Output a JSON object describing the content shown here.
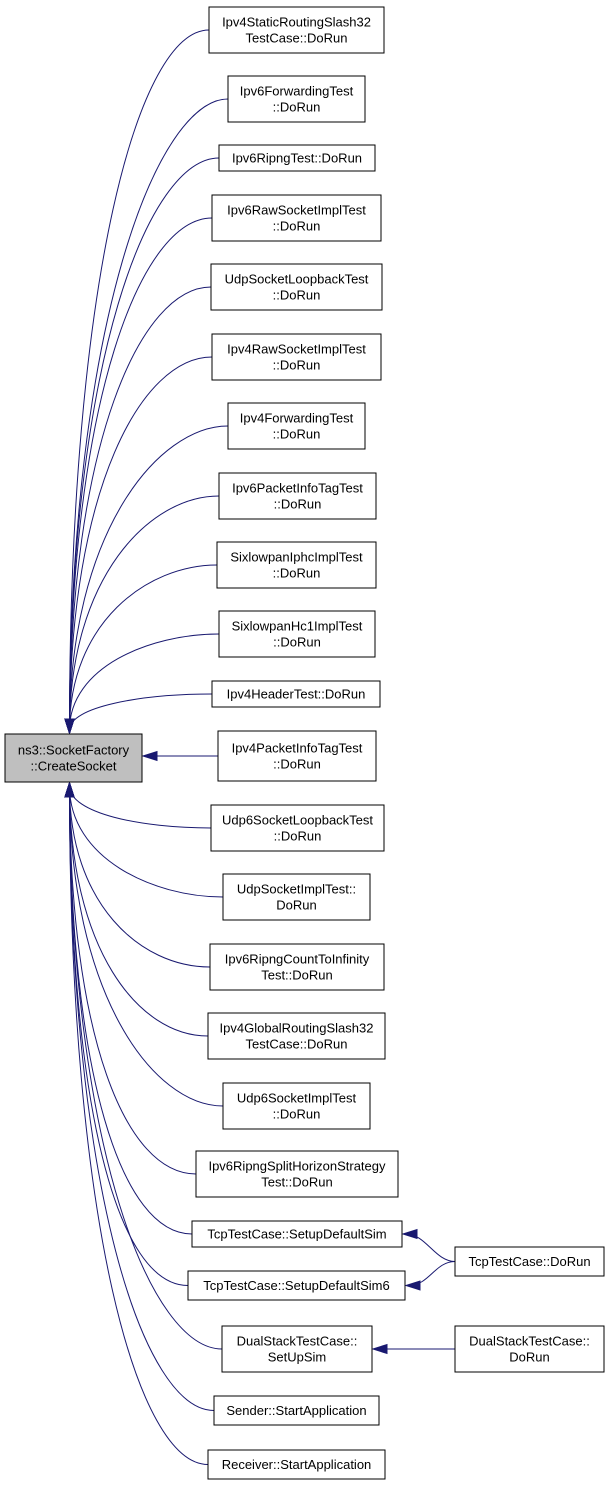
{
  "colors": {
    "edge": "#191970",
    "root_fill": "#bfbfbf",
    "node_fill": "#ffffff",
    "node_border": "#000000"
  },
  "root": {
    "id": "root",
    "lines": [
      "ns3::SocketFactory",
      "::CreateSocket"
    ]
  },
  "nodes": [
    {
      "id": "n1",
      "lines": [
        "Ipv4StaticRoutingSlash32",
        "TestCase::DoRun"
      ]
    },
    {
      "id": "n2",
      "lines": [
        "Ipv6ForwardingTest",
        "::DoRun"
      ]
    },
    {
      "id": "n3",
      "lines": [
        "Ipv6RipngTest::DoRun"
      ]
    },
    {
      "id": "n4",
      "lines": [
        "Ipv6RawSocketImplTest",
        "::DoRun"
      ]
    },
    {
      "id": "n5",
      "lines": [
        "UdpSocketLoopbackTest",
        "::DoRun"
      ]
    },
    {
      "id": "n6",
      "lines": [
        "Ipv4RawSocketImplTest",
        "::DoRun"
      ]
    },
    {
      "id": "n7",
      "lines": [
        "Ipv4ForwardingTest",
        "::DoRun"
      ]
    },
    {
      "id": "n8",
      "lines": [
        "Ipv6PacketInfoTagTest",
        "::DoRun"
      ]
    },
    {
      "id": "n9",
      "lines": [
        "SixlowpanIphcImplTest",
        "::DoRun"
      ]
    },
    {
      "id": "n10",
      "lines": [
        "SixlowpanHc1ImplTest",
        "::DoRun"
      ]
    },
    {
      "id": "n11",
      "lines": [
        "Ipv4HeaderTest::DoRun"
      ]
    },
    {
      "id": "n12",
      "lines": [
        "Ipv4PacketInfoTagTest",
        "::DoRun"
      ]
    },
    {
      "id": "n13",
      "lines": [
        "Udp6SocketLoopbackTest",
        "::DoRun"
      ]
    },
    {
      "id": "n14",
      "lines": [
        "UdpSocketImplTest::",
        "DoRun"
      ]
    },
    {
      "id": "n15",
      "lines": [
        "Ipv6RipngCountToInfinity",
        "Test::DoRun"
      ]
    },
    {
      "id": "n16",
      "lines": [
        "Ipv4GlobalRoutingSlash32",
        "TestCase::DoRun"
      ]
    },
    {
      "id": "n17",
      "lines": [
        "Udp6SocketImplTest",
        "::DoRun"
      ]
    },
    {
      "id": "n18",
      "lines": [
        "Ipv6RipngSplitHorizonStrategy",
        "Test::DoRun"
      ]
    },
    {
      "id": "n19",
      "lines": [
        "TcpTestCase::SetupDefaultSim"
      ]
    },
    {
      "id": "n20",
      "lines": [
        "TcpTestCase::SetupDefaultSim6"
      ]
    },
    {
      "id": "n21",
      "lines": [
        "DualStackTestCase::",
        "SetUpSim"
      ]
    },
    {
      "id": "n22",
      "lines": [
        "Sender::StartApplication"
      ]
    },
    {
      "id": "n23",
      "lines": [
        "Receiver::StartApplication"
      ]
    },
    {
      "id": "n24",
      "lines": [
        "TcpTestCase::DoRun"
      ]
    },
    {
      "id": "n25",
      "lines": [
        "DualStackTestCase::",
        "DoRun"
      ]
    }
  ],
  "edges": [
    {
      "from": "n1",
      "to": "root"
    },
    {
      "from": "n2",
      "to": "root"
    },
    {
      "from": "n3",
      "to": "root"
    },
    {
      "from": "n4",
      "to": "root"
    },
    {
      "from": "n5",
      "to": "root"
    },
    {
      "from": "n6",
      "to": "root"
    },
    {
      "from": "n7",
      "to": "root"
    },
    {
      "from": "n8",
      "to": "root"
    },
    {
      "from": "n9",
      "to": "root"
    },
    {
      "from": "n10",
      "to": "root"
    },
    {
      "from": "n11",
      "to": "root"
    },
    {
      "from": "n12",
      "to": "root"
    },
    {
      "from": "n13",
      "to": "root"
    },
    {
      "from": "n14",
      "to": "root"
    },
    {
      "from": "n15",
      "to": "root"
    },
    {
      "from": "n16",
      "to": "root"
    },
    {
      "from": "n17",
      "to": "root"
    },
    {
      "from": "n18",
      "to": "root"
    },
    {
      "from": "n19",
      "to": "root"
    },
    {
      "from": "n20",
      "to": "root"
    },
    {
      "from": "n21",
      "to": "root"
    },
    {
      "from": "n22",
      "to": "root"
    },
    {
      "from": "n23",
      "to": "root"
    },
    {
      "from": "n24",
      "to": "n19"
    },
    {
      "from": "n24",
      "to": "n20"
    },
    {
      "from": "n25",
      "to": "n21"
    }
  ]
}
